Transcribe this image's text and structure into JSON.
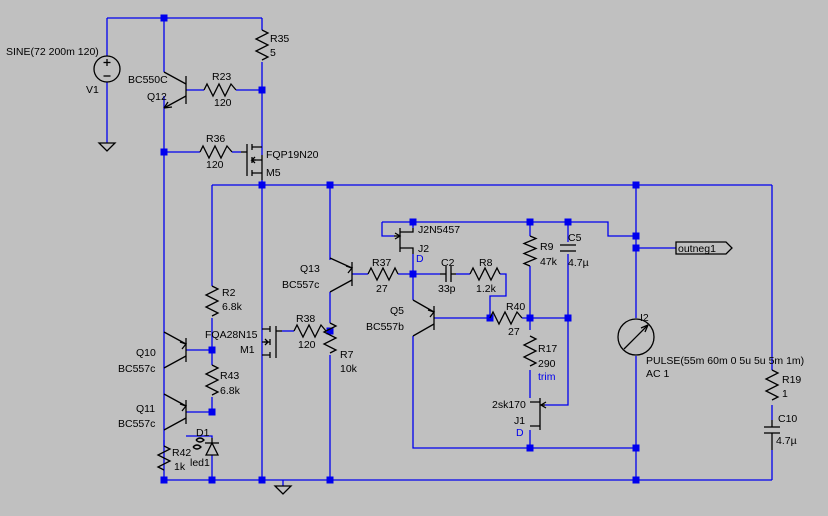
{
  "colors": {
    "background": "#c0c0c0",
    "wire": "#0000ee",
    "component": "#000000",
    "text": "#000000",
    "accent_text": "#0000ee"
  },
  "sources": {
    "v1": {
      "name": "V1",
      "value": "SINE(72 200m 120)"
    },
    "i2": {
      "name": "I2",
      "value": "PULSE(55m 60m 0 5u 5u 5m 1m)",
      "ac": "AC 1"
    }
  },
  "transistors": {
    "q12": {
      "name": "Q12",
      "model": "BC550C"
    },
    "q13": {
      "name": "Q13",
      "model": "BC557c"
    },
    "q5": {
      "name": "Q5",
      "model": "BC557b"
    },
    "q10": {
      "name": "Q10",
      "model": "BC557c"
    },
    "q11": {
      "name": "Q11",
      "model": "BC557c"
    },
    "m5": {
      "name": "M5",
      "model": "FQP19N20"
    },
    "m1": {
      "name": "M1",
      "model": "FQA28N15"
    },
    "j2": {
      "name": "J2",
      "model": "J2N5457",
      "tag": "D"
    },
    "j1": {
      "name": "J1",
      "model": "2sk170",
      "tag": "D"
    }
  },
  "resistors": {
    "r35": {
      "name": "R35",
      "value": "5"
    },
    "r23": {
      "name": "R23",
      "value": "120"
    },
    "r36": {
      "name": "R36",
      "value": "120"
    },
    "r2": {
      "name": "R2",
      "value": "6.8k"
    },
    "r38": {
      "name": "R38",
      "value": "120"
    },
    "r7": {
      "name": "R7",
      "value": "10k"
    },
    "r37": {
      "name": "R37",
      "value": "27"
    },
    "r9": {
      "name": "R9",
      "value": "47k"
    },
    "r8": {
      "name": "R8",
      "value": "1.2k"
    },
    "r40": {
      "name": "R40",
      "value": "27"
    },
    "r17": {
      "name": "R17",
      "value": "290",
      "tag": "trim"
    },
    "r43": {
      "name": "R43",
      "value": "6.8k"
    },
    "r42": {
      "name": "R42",
      "value": "1k"
    },
    "r19": {
      "name": "R19",
      "value": "1"
    }
  },
  "capacitors": {
    "c2": {
      "name": "C2",
      "value": "33p"
    },
    "c5": {
      "name": "C5",
      "value": "4.7µ"
    },
    "c10": {
      "name": "C10",
      "value": "4.7µ"
    }
  },
  "diodes": {
    "d1": {
      "name": "D1",
      "value": "led1"
    }
  },
  "net_labels": {
    "outneg1": "outneg1"
  }
}
